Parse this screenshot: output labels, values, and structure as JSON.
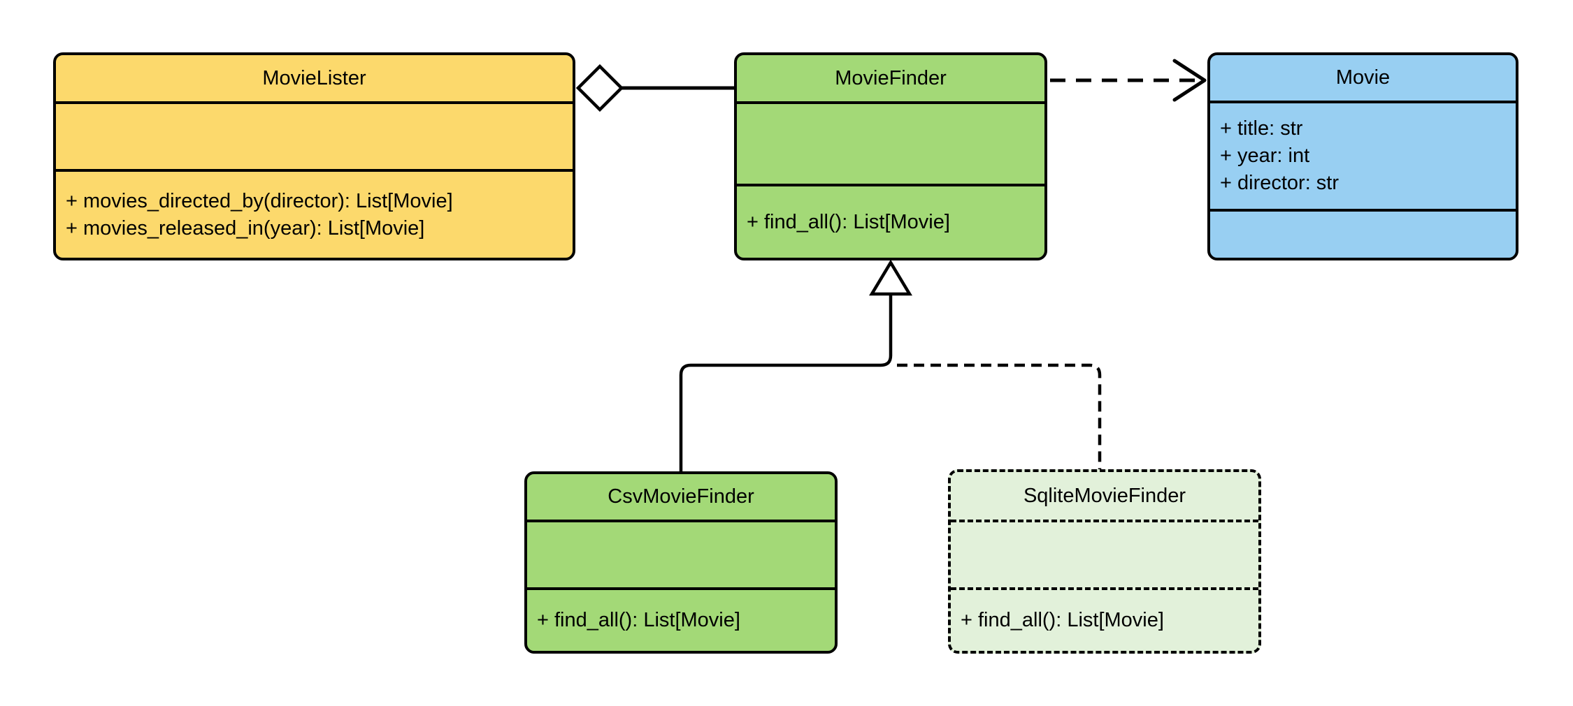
{
  "diagram": {
    "kind": "uml-class-diagram",
    "background": "#FFFFFF",
    "line_color": "#000000",
    "classes": [
      {
        "name": "MovieLister",
        "fill": "#FCD96C",
        "border": "solid",
        "attributes": [],
        "methods": [
          "+ movies_directed_by(director): List[Movie]",
          "+ movies_released_in(year): List[Movie]"
        ]
      },
      {
        "name": "MovieFinder",
        "fill": "#A3D977",
        "border": "solid",
        "attributes": [],
        "methods": [
          "+ find_all(): List[Movie]"
        ]
      },
      {
        "name": "Movie",
        "fill": "#98CFF2",
        "border": "solid",
        "attributes": [
          "+ title: str",
          "+ year: int",
          "+ director: str"
        ],
        "methods": []
      },
      {
        "name": "CsvMovieFinder",
        "fill": "#A3D977",
        "border": "solid",
        "attributes": [],
        "methods": [
          "+ find_all(): List[Movie]"
        ]
      },
      {
        "name": "SqliteMovieFinder",
        "fill": "#E2F1DA",
        "border": "dashed",
        "attributes": [],
        "methods": [
          "+ find_all(): List[Movie]"
        ]
      }
    ],
    "relationships": [
      {
        "type": "aggregation",
        "owner": "MovieLister",
        "part": "MovieFinder",
        "line": "solid",
        "marker": "hollow-diamond"
      },
      {
        "type": "dependency",
        "from": "MovieFinder",
        "to": "Movie",
        "line": "dashed",
        "marker": "open-arrowhead"
      },
      {
        "type": "generalization",
        "child": "CsvMovieFinder",
        "parent": "MovieFinder",
        "line": "solid",
        "marker": "hollow-triangle"
      },
      {
        "type": "generalization",
        "child": "SqliteMovieFinder",
        "parent": "MovieFinder",
        "line": "dashed",
        "marker": "hollow-triangle"
      }
    ]
  }
}
